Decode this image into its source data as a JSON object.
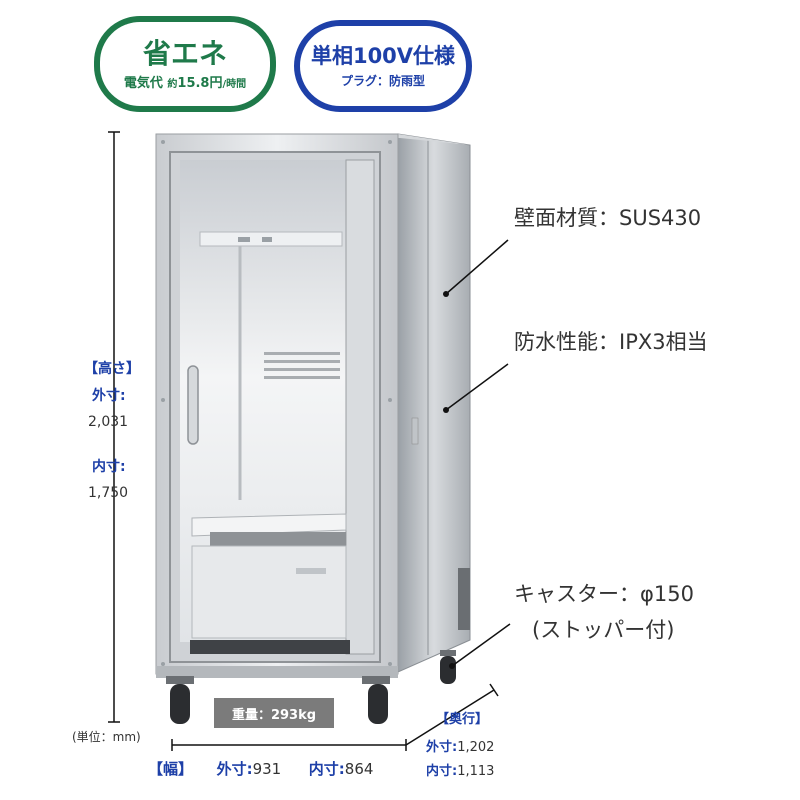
{
  "badges": {
    "eco": {
      "title": "省エネ",
      "sub_label": "電気代",
      "sub_prefix": "約",
      "sub_value": "15.8円",
      "sub_unit": "/時間"
    },
    "power": {
      "title": "単相100V仕様",
      "sub": "プラグ：防雨型"
    }
  },
  "specs": {
    "wall": "壁面材質：SUS430",
    "waterproof": "防水性能：IPX3相当",
    "caster_line1": "キャスター：φ150",
    "caster_line2": "(ストッパー付)"
  },
  "height": {
    "header": "【高さ】",
    "outer_label": "外寸:",
    "outer_value": "2,031",
    "inner_label": "内寸:",
    "inner_value": "1,750"
  },
  "unit_note": "(単位：mm)",
  "weight": "重量：293kg",
  "width": {
    "header": "【幅】",
    "outer_label": "外寸:",
    "outer_value": "931",
    "inner_label": "内寸:",
    "inner_value": "864"
  },
  "depth": {
    "header": "【奥行】",
    "outer_label": "外寸:",
    "outer_value": "1,202",
    "inner_label": "内寸:",
    "inner_value": "1,113"
  },
  "colors": {
    "green": "#1f7a4a",
    "blue": "#1e40a8"
  },
  "icons": [
    "caster-wheel-icon",
    "door-handle-icon",
    "vent-grille-icon"
  ]
}
